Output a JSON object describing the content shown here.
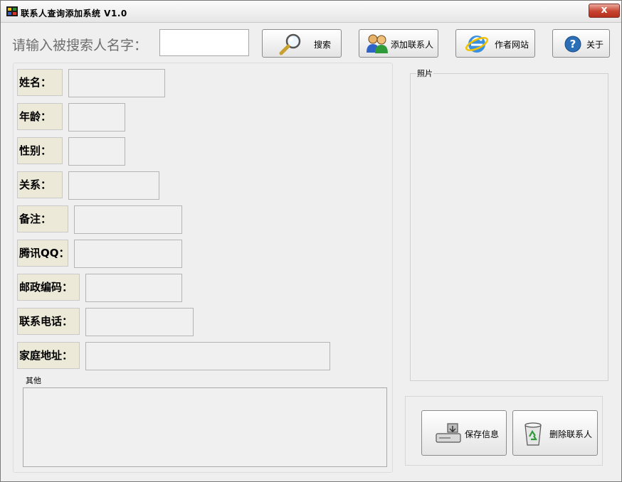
{
  "window": {
    "title": "联系人查询添加系统 V1.0",
    "close_glyph": "x"
  },
  "search": {
    "label": "请输入被搜索人名字：",
    "value": "",
    "placeholder": ""
  },
  "toolbar": {
    "search_label": "搜索",
    "add_label": "添加联系人",
    "website_label": "作者网站",
    "about_label": "关于"
  },
  "fields": [
    {
      "label": "姓名：",
      "value": ""
    },
    {
      "label": "年龄：",
      "value": ""
    },
    {
      "label": "性别：",
      "value": ""
    },
    {
      "label": "关系：",
      "value": ""
    },
    {
      "label": "备注：",
      "value": ""
    },
    {
      "label": "腾讯QQ：",
      "value": ""
    },
    {
      "label": "邮政编码：",
      "value": ""
    },
    {
      "label": "联系电话：",
      "value": ""
    },
    {
      "label": "家庭地址：",
      "value": ""
    }
  ],
  "other": {
    "label": "其他",
    "value": ""
  },
  "photo": {
    "label": "照片"
  },
  "actions": {
    "save_label": "保存信息",
    "delete_label": "删除联系人"
  },
  "colors": {
    "title_bar": "#ebebeb",
    "window_bg": "#efefef",
    "label_bg": "#ece9d8",
    "close_red": "#c7432f"
  }
}
